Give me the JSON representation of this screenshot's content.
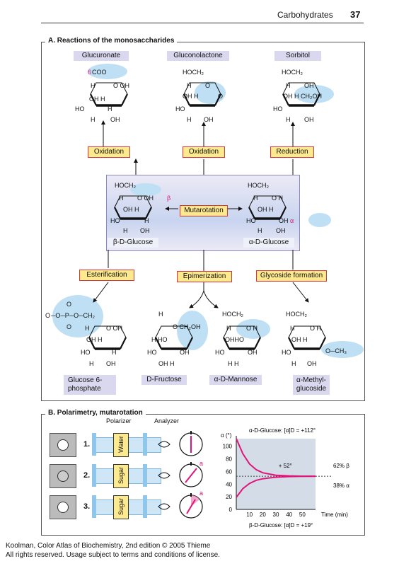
{
  "header": {
    "section": "Carbohydrates",
    "page": "37"
  },
  "panelA": {
    "title": "A. Reactions of the monosaccharides",
    "top_products": [
      "Glucuronate",
      "Gluconolactone",
      "Sorbitol"
    ],
    "top_reactions": [
      "Oxidation",
      "Oxidation",
      "Reduction"
    ],
    "center_left": "β-D-Glucose",
    "center_right": "α-D-Glucose",
    "center_reaction": "Mutarotation",
    "bottom_reactions": [
      "Esterification",
      "Epimerization",
      "Glycoside formation"
    ],
    "bottom_products": [
      "Glucose 6-\nphosphate",
      "D-Fructose",
      "α-D-Mannose",
      "α-Methyl-\nglucoside"
    ]
  },
  "panelB": {
    "title": "B. Polarimetry, mutarotation",
    "polarizer": "Polarizer",
    "analyzer": "Analyzer",
    "rows": [
      {
        "num": "1.",
        "tube": "Water"
      },
      {
        "num": "2.",
        "tube": "Sugar"
      },
      {
        "num": "3.",
        "tube": "Sugar"
      }
    ],
    "angle_mark": "a"
  },
  "chart_data": {
    "type": "line",
    "ylabel": "α (°)",
    "xlabel": "Time (min)",
    "top_label": "α-D-Glucose: [α]D = +112°",
    "bottom_label": "β-D-Glucose: [α]D = +19°",
    "equilibrium_label": "+ 52°",
    "right_labels": [
      "62% β",
      "38% α"
    ],
    "y_ticks": [
      0,
      20,
      40,
      60,
      80,
      100
    ],
    "x_ticks": [
      10,
      20,
      30,
      40,
      50
    ],
    "xlim": [
      0,
      60
    ],
    "ylim": [
      0,
      112
    ],
    "series": [
      {
        "x": [
          0,
          5,
          10,
          15,
          20,
          30,
          40,
          50,
          60
        ],
        "values": [
          112,
          88,
          72,
          63,
          58,
          54,
          53,
          52.5,
          52.5
        ]
      },
      {
        "x": [
          0,
          5,
          10,
          15,
          20,
          30,
          40,
          50,
          60
        ],
        "values": [
          19,
          33,
          41,
          46,
          48.5,
          51,
          52,
          52.3,
          52.5
        ]
      }
    ],
    "equilibrium": 52.5,
    "color": "#e0157a"
  },
  "footer": {
    "line1": "Koolman, Color Atlas of Biochemistry, 2nd edition © 2005 Thieme",
    "line2": "All rights reserved. Usage subject to terms and conditions of license."
  }
}
